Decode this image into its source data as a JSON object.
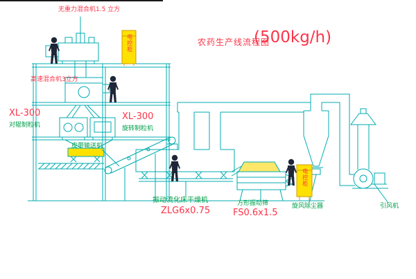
{
  "title": {
    "text": "农药生产线流程图",
    "capacity": "(500kg/h)"
  },
  "equipment_labels": {
    "gravity_mixer": "无重力混合机1.5 立方",
    "high_speed_mixer": "高速混合机3立方",
    "left_granulator_model": "XL-300",
    "left_granulator_name": "对辊制粒机",
    "center_granulator_model": "XL-300",
    "center_granulator_name": "旋转制粒机",
    "belt_conveyor": "皮带输送机",
    "fluid_bed_dryer": "振动流化床干燥机",
    "fluid_bed_dryer_model": "ZLG6x0.75",
    "square_sieve": "方形振动筛",
    "square_sieve_model": "FS0.6x1.5",
    "cyclone_dust_collector": "旋风除尘器",
    "induced_draft_fan": "引风机",
    "control_cabinet_top": "电控柜",
    "control_cabinet_right": "电控柜"
  },
  "colors": {
    "drawing_line": "#00abb0",
    "label_red": "#fb3449",
    "label_green": "#00a04a",
    "cabinet_yellow": "#ffe100",
    "figure_dark": "#1e2638",
    "background": "#ffffff"
  }
}
